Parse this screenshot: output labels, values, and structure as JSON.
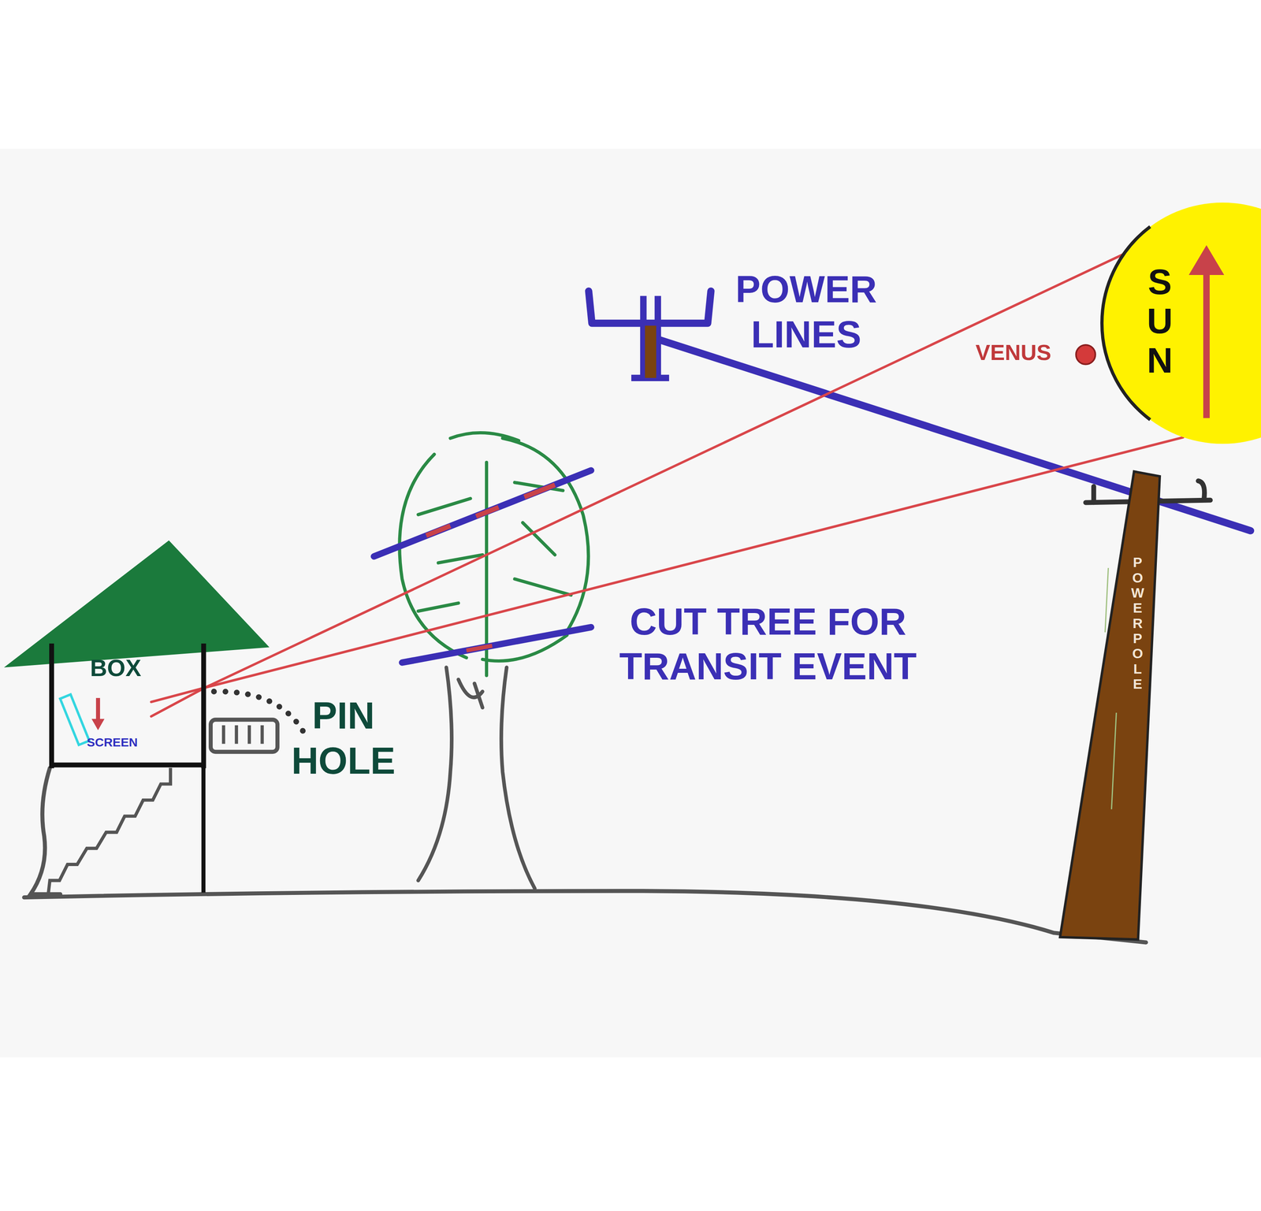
{
  "diagram": {
    "nodes": [
      {
        "text": [
          "BOX"
        ]
      },
      {
        "text": [
          "SCREEN"
        ],
        "in": 0
      },
      {
        "text": [
          "SUN"
        ]
      },
      {
        "text": [
          "POWER POLE"
        ]
      }
    ],
    "edges": [
      {
        "from": 2,
        "to": 1,
        "arrow": "none"
      },
      {
        "from": 2,
        "to": 1,
        "arrow": "none"
      }
    ],
    "labels": [
      "POWER LINES",
      "VENUS",
      "PIN HOLE",
      "CUT TREE FOR TRANSIT EVENT"
    ]
  }
}
